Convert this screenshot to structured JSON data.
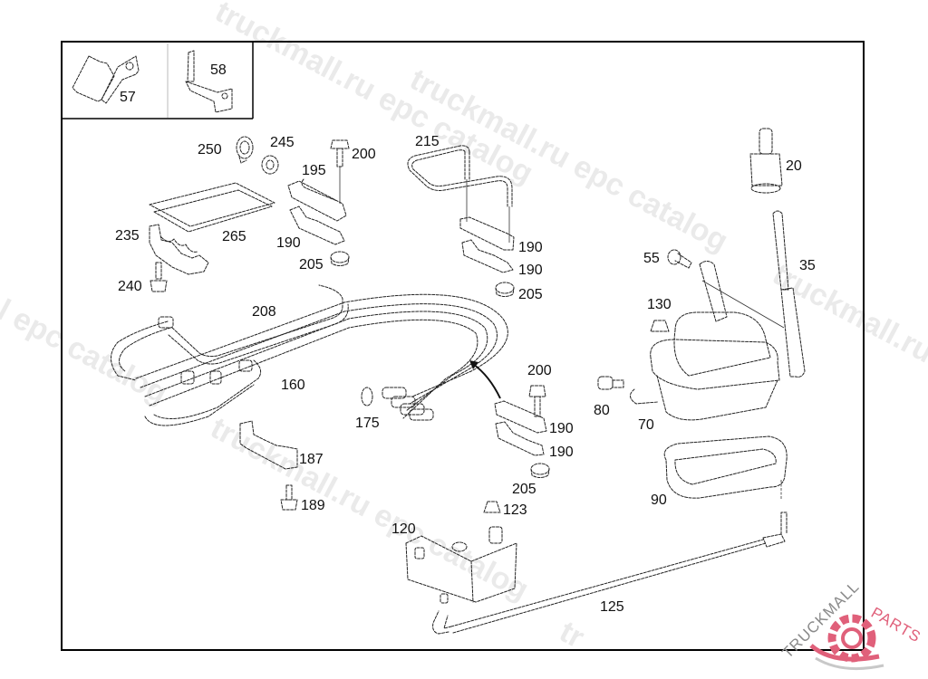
{
  "diagram": {
    "type": "exploded-parts-diagram",
    "inset_parts": [
      {
        "id": "57",
        "label": "57"
      },
      {
        "id": "58",
        "label": "58"
      }
    ],
    "callouts": {
      "p20": "20",
      "p35": "35",
      "p55": "55",
      "p57": "57",
      "p58": "58",
      "p70": "70",
      "p80": "80",
      "p90": "90",
      "p120": "120",
      "p123": "123",
      "p125": "125",
      "p130": "130",
      "p160": "160",
      "p175": "175",
      "p187": "187",
      "p189": "189",
      "p190a": "190",
      "p190b": "190",
      "p190c": "190",
      "p190d": "190",
      "p190e": "190",
      "p195": "195",
      "p200a": "200",
      "p200b": "200",
      "p205a": "205",
      "p205b": "205",
      "p205c": "205",
      "p208": "208",
      "p215": "215",
      "p235": "235",
      "p240": "240",
      "p245": "245",
      "p250": "250",
      "p265": "265"
    }
  },
  "watermarks": {
    "w1": "truckmall.ru epc catalog",
    "w2": "truckmall.ru epc catalog",
    "w3": "l epc catalog",
    "w4": "truckmall.ru e",
    "w5": "truckmall.ru epc catalog",
    "w6": "tr"
  },
  "logo": {
    "word1": "TRUCKMALL",
    "word2": "PARTS",
    "colors": {
      "dark": "#8a8a8a",
      "accent": "#e0607a"
    }
  }
}
